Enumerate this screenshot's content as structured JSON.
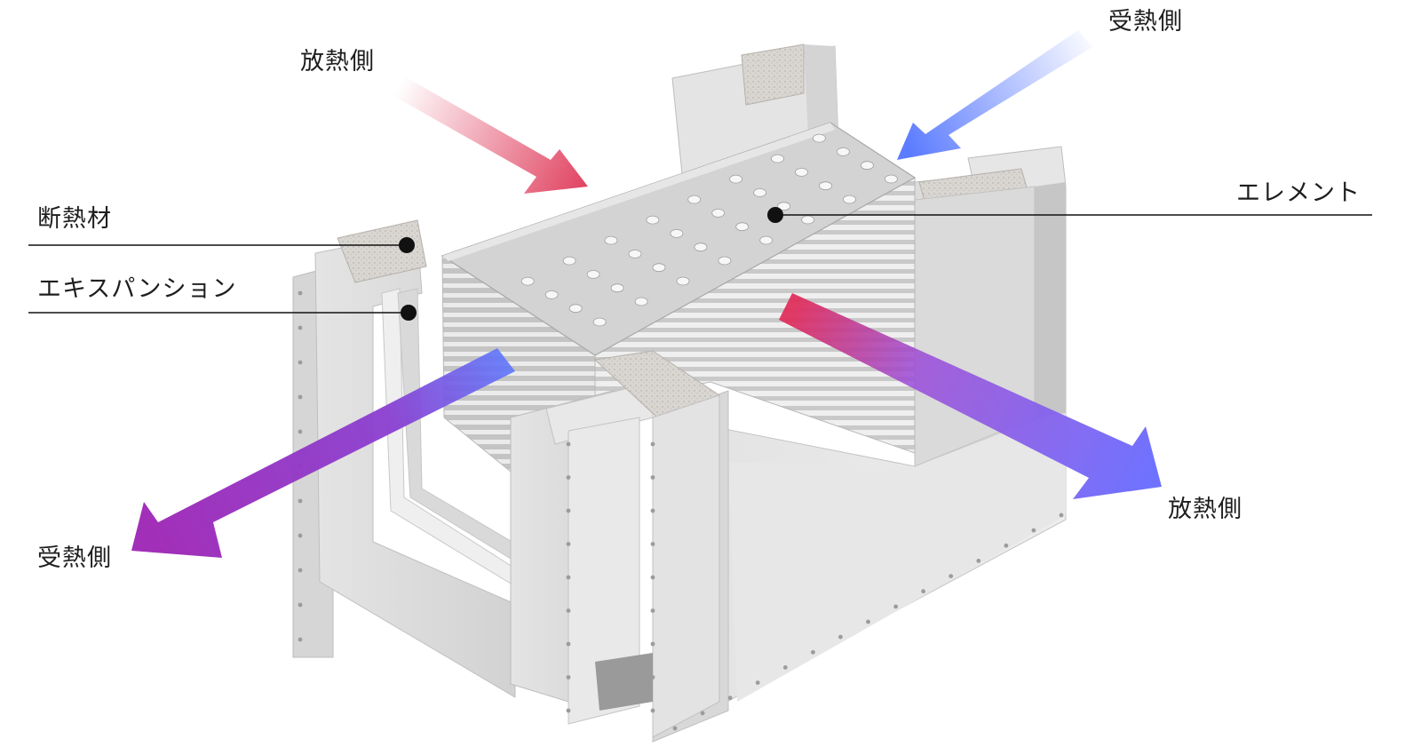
{
  "labels": {
    "heat_release_top": "放熱側",
    "heat_receive_top": "受熱側",
    "insulation": "断熱材",
    "expansion": "エキスパンション",
    "element": "エレメント",
    "heat_receive_bottom": "受熱側",
    "heat_release_bottom": "放熱側"
  },
  "colors": {
    "heat_release_arrow": "#e0405f",
    "heat_receive_arrow": "#5c7cff",
    "mixed_arrow_purple": "#a22fb8",
    "outlet_arrow_blue": "#6f72ff",
    "frame_light": "#e9e9e9",
    "frame_shade": "#cfcfcf",
    "element_top": "#d4d4d4",
    "leader_line": "#111111"
  }
}
